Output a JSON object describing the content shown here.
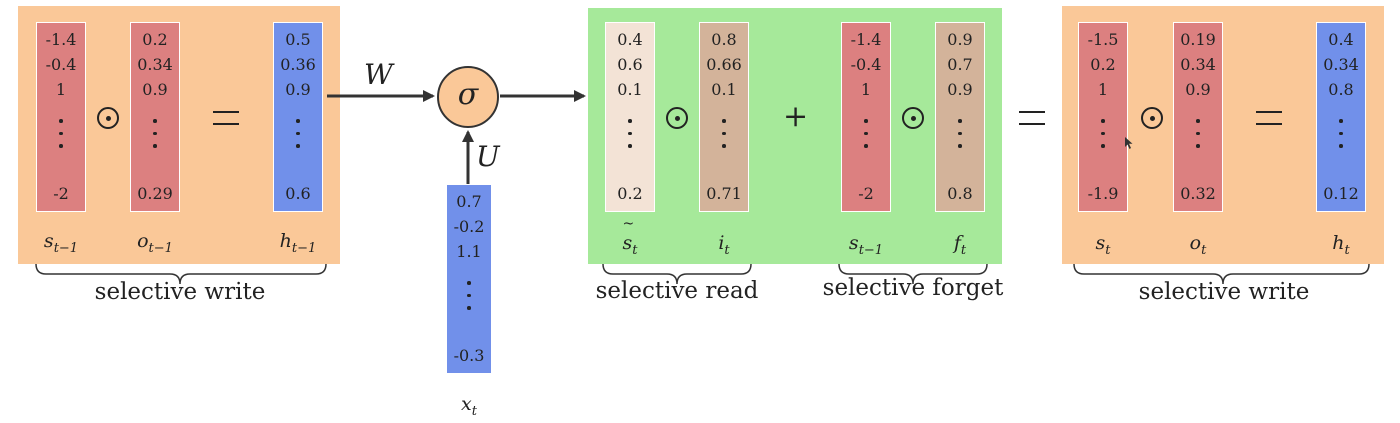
{
  "vectors": {
    "s_prev_write": [
      "-1.4",
      "-0.4",
      "1",
      "-2"
    ],
    "o_prev": [
      "0.2",
      "0.34",
      "0.9",
      "0.29"
    ],
    "h_prev": [
      "0.5",
      "0.36",
      "0.9",
      "0.6"
    ],
    "x_t": [
      "0.7",
      "-0.2",
      "1.1",
      "-0.3"
    ],
    "s_tilde": [
      "0.4",
      "0.6",
      "0.1",
      "0.2"
    ],
    "i_t": [
      "0.8",
      "0.66",
      "0.1",
      "0.71"
    ],
    "s_prev_forget": [
      "-1.4",
      "-0.4",
      "1",
      "-2"
    ],
    "f_t": [
      "0.9",
      "0.7",
      "0.9",
      "0.8"
    ],
    "s_t": [
      "-1.5",
      "0.2",
      "1",
      "-1.9"
    ],
    "o_t": [
      "0.19",
      "0.34",
      "0.9",
      "0.32"
    ],
    "h_t": [
      "0.4",
      "0.34",
      "0.8",
      "0.12"
    ]
  },
  "labels": {
    "s_prev_write": {
      "base": "s",
      "sub": "t−1"
    },
    "o_prev": {
      "base": "o",
      "sub": "t−1"
    },
    "h_prev": {
      "base": "h",
      "sub": "t−1"
    },
    "x_t": {
      "base": "x",
      "sub": "t"
    },
    "s_tilde": {
      "base": "s",
      "sub": "t"
    },
    "i_t": {
      "base": "i",
      "sub": "t"
    },
    "s_prev_forget": {
      "base": "s",
      "sub": "t−1"
    },
    "f_t": {
      "base": "f",
      "sub": "t"
    },
    "s_t": {
      "base": "s",
      "sub": "t"
    },
    "o_t": {
      "base": "o",
      "sub": "t"
    },
    "h_t": {
      "base": "h",
      "sub": "t"
    }
  },
  "captions": {
    "left": "selective write",
    "read": "selective read",
    "forget": "selective forget",
    "right": "selective write"
  },
  "weights": {
    "W": "W",
    "U": "U"
  },
  "activation": "σ",
  "colors": {
    "panel_orange": "#fac898",
    "panel_green": "#a6e99a",
    "vector_red": "#dc8080",
    "vector_blue": "#7190ea",
    "vector_cream": "#f3e3d6",
    "vector_tan": "#d3b39a"
  }
}
